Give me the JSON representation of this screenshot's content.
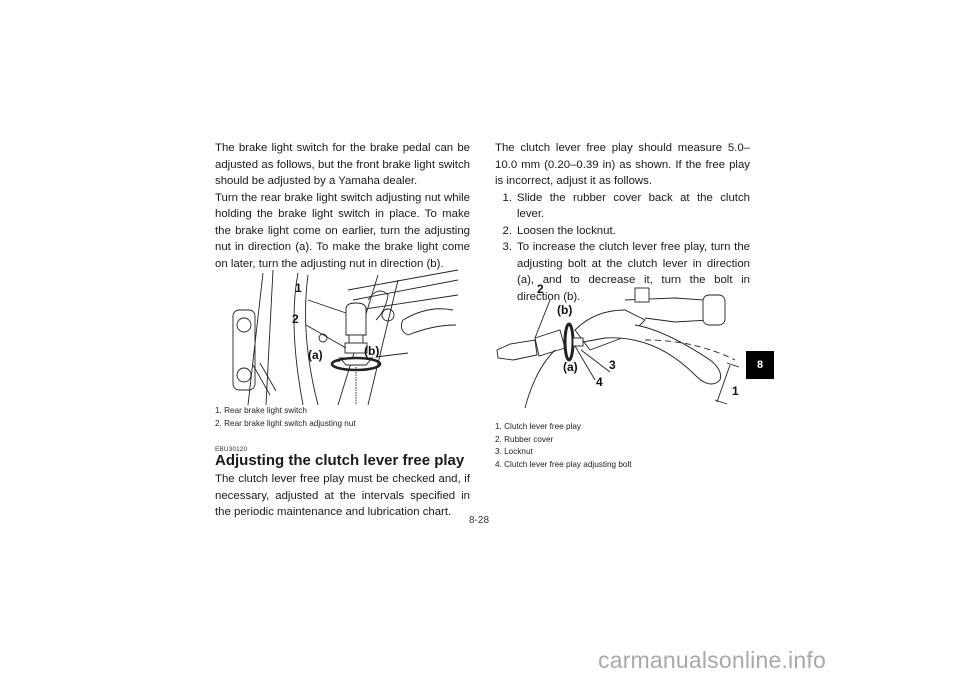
{
  "left_column": {
    "intro_paragraph": "The brake light switch for the brake pedal can be adjusted as follows, but the front brake light switch should be adjusted by a Yamaha dealer.",
    "instruction_paragraph": "Turn the rear brake light switch adjusting nut while holding the brake light switch in place. To make the brake light come on earlier, turn the adjusting nut in direction (a). To make the brake light come on later, turn the adjusting nut in direction (b).",
    "figure": {
      "icon": "brake-light-switch-illustration",
      "labels": {
        "one": "1",
        "two": "2",
        "a": "(a)",
        "b": "(b)"
      }
    },
    "captions": [
      {
        "num": "1.",
        "text": "Rear brake light switch"
      },
      {
        "num": "2.",
        "text": "Rear brake light switch adjusting nut"
      }
    ],
    "section_code": "EBU30120",
    "section_heading": "Adjusting the clutch lever free play",
    "section_body": "The clutch lever free play must be checked and, if necessary, adjusted at the intervals specified in the periodic maintenance and lubrication chart."
  },
  "right_column": {
    "intro_paragraph": "The clutch lever free play should measure 5.0–10.0 mm (0.20–0.39 in) as shown. If the free play is incorrect, adjust it as follows.",
    "steps": [
      {
        "num": "1.",
        "text": "Slide the rubber cover back at the clutch lever."
      },
      {
        "num": "2.",
        "text": "Loosen the locknut."
      },
      {
        "num": "3.",
        "text": "To increase the clutch lever free play, turn the adjusting bolt at the clutch lever in direction (a), and to decrease it, turn the bolt in direction (b)."
      }
    ],
    "figure": {
      "icon": "clutch-lever-illustration",
      "labels": {
        "one": "1",
        "two": "2",
        "three": "3",
        "four": "4",
        "a": "(a)",
        "b": "(b)"
      }
    },
    "captions": [
      {
        "num": "1.",
        "text": "Clutch lever free play"
      },
      {
        "num": "2.",
        "text": "Rubber cover"
      },
      {
        "num": "3.",
        "text": "Locknut"
      },
      {
        "num": "4.",
        "text": "Clutch lever free play adjusting bolt"
      }
    ]
  },
  "page_number": "8-28",
  "chapter_tab": "8",
  "watermark": "carmanualsonline.info",
  "colors": {
    "text": "#1a1a1a",
    "tab_bg": "#000000",
    "tab_text": "#ffffff",
    "watermark": "#a8a8a8"
  }
}
